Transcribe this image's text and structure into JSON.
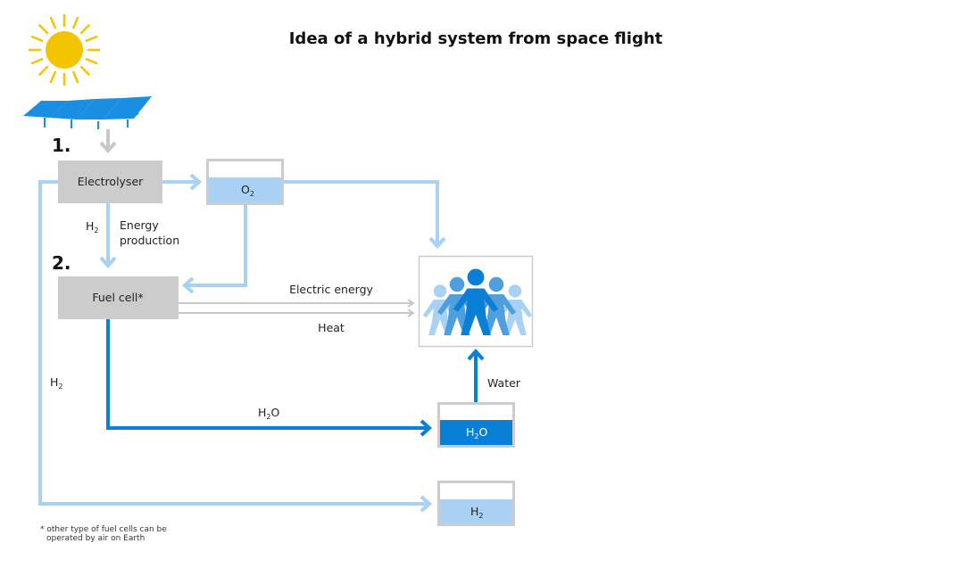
{
  "title": "Idea of a hybrid system from space flight",
  "steps": {
    "one": "1.",
    "two": "2."
  },
  "components": {
    "electrolyser": "Electrolyser",
    "fuel_cell": "Fuel cell*"
  },
  "tanks": {
    "o2": {
      "main": "O",
      "sub": "2"
    },
    "h2o": {
      "main": "H",
      "sub": "2",
      "tail": "O"
    },
    "h2": {
      "main": "H",
      "sub": "2"
    }
  },
  "labels": {
    "h2_down": {
      "main": "H",
      "sub": "2"
    },
    "energy_production_line1": "Energy",
    "energy_production_line2": "production",
    "electric_energy": "Electric energy",
    "heat": "Heat",
    "h2_left": {
      "main": "H",
      "sub": "2"
    },
    "h2o_flow": {
      "main": "H",
      "sub": "2",
      "tail": "O"
    },
    "water": "Water"
  },
  "footnote": {
    "line1": "* other type of fuel cells can be",
    "line2": "operated by air on Earth"
  },
  "icons": {
    "sun": "sun-icon",
    "solar": "solar-panel-icon",
    "people": "people-group-icon"
  },
  "colors": {
    "light_blue": "#a8d1f3",
    "dark_blue": "#0a7fd6",
    "box_gray": "#cccccc",
    "arrow_gray": "#c8c8c8",
    "sun_yellow": "#f3c400",
    "panel_blue": "#1a8ee0"
  }
}
